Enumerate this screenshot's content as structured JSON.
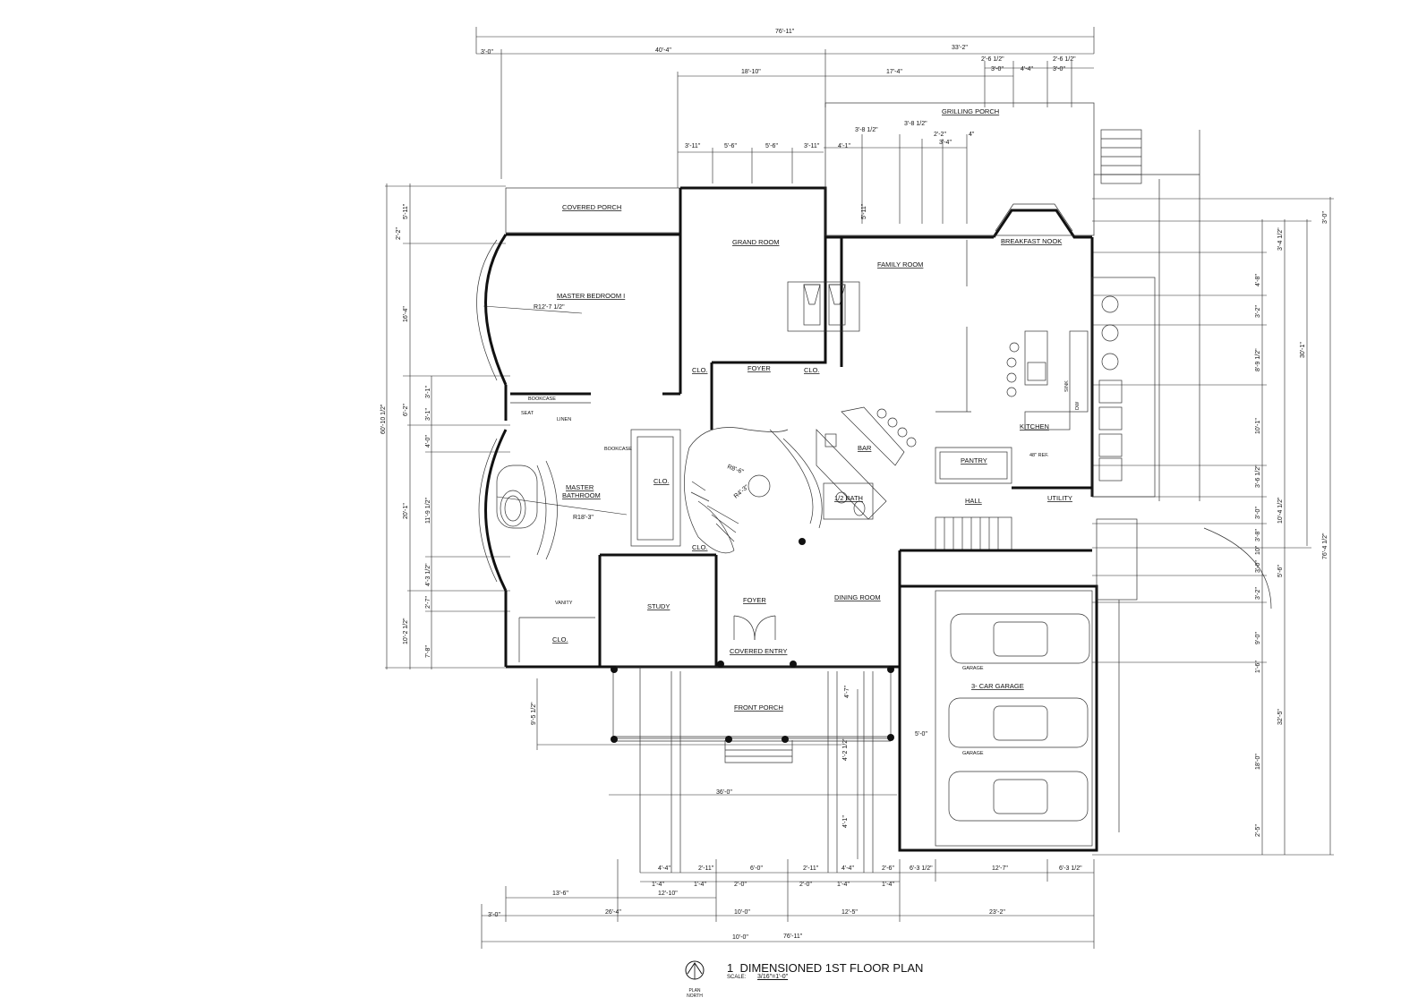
{
  "drawing": {
    "title": "DIMENSIONED 1ST FLOOR PLAN",
    "number": "1",
    "scale_label": "SCALE:",
    "scale_value": "3/16\"=1'-0\"",
    "north_label": "PLAN NORTH"
  },
  "rooms": {
    "covered_porch": "COVERED PORCH",
    "grand_room": "GRAND ROOM",
    "grilling_porch": "GRILLING PORCH",
    "family_room": "FAMILY ROOM",
    "breakfast_nook": "BREAKFAST NOOK",
    "master_bedroom": "MASTER BEDROOM I",
    "foyer_upper": "FOYER",
    "clo_1": "CLO.",
    "clo_2": "CLO.",
    "clo_3": "CLO.",
    "clo_4": "CLO.",
    "clo_5": "CLO.",
    "bookcase_1": "BOOKCASE",
    "bookcase_2": "BOOKCASE",
    "seat": "SEAT",
    "linen": "LINEN",
    "master_bath_1": "MASTER",
    "master_bath_2": "BATHROOM",
    "bar": "BAR",
    "half_bath": "1/2 BATH",
    "kitchen": "KITCHEN",
    "pantry": "PANTRY",
    "hall": "HALL",
    "utility": "UTILITY",
    "ref": "48\" REF.",
    "sink": "SINK",
    "dw": "DW",
    "study": "STUDY",
    "foyer_lower": "FOYER",
    "dining_room": "DINING ROOM",
    "covered_entry": "COVERED ENTRY",
    "front_porch": "FRONT PORCH",
    "vanity": "VANITY",
    "garage": "3- CAR GARAGE",
    "garage_car_label_1": "GARAGE",
    "garage_car_label_2": "GARAGE",
    "radius_bed": "R12'-7 1/2\"",
    "radius_bath": "R18'-3\"",
    "radius_stair_1": "R8'-6\"",
    "radius_stair_2": "R4'-3\""
  },
  "dims_top": {
    "overall": "76'-11\"",
    "left_3": "3'-0\"",
    "left_40": "40'-4\"",
    "right_33": "33'-2\"",
    "d_18_10": "18'-10\"",
    "d_17_4": "17'-4\"",
    "d_2_6a": "2'-6 1/2\"",
    "d_2_6b": "2'-6 1/2\"",
    "d_3_0a": "3'-0\"",
    "d_4_4": "4'-4\"",
    "d_3_0b": "3'-0\"",
    "d_3_11a": "3'-11\"",
    "d_5_6a": "5'-6\"",
    "d_5_6b": "5'-6\"",
    "d_3_11b": "3'-11\"",
    "d_4_1": "4'-1\"",
    "d_3_8a": "3'-8 1/2\"",
    "d_3_8b": "3'-8 1/2\"",
    "d_2_2": "2'-2\"",
    "d_3_4": "3'-4\"",
    "d_4in": "4\"",
    "d_5_11": "5'-11\""
  },
  "dims_left": {
    "overall": "60'-10 1/2\"",
    "d_2_2": "2'-2\"",
    "d_5_11": "5'-11\"",
    "d_16_4": "16'-4\"",
    "d_6_2": "6'-2\"",
    "d_3_1a": "3'-1\"",
    "d_3_1b": "3'-1\"",
    "d_4_0": "4'-0\"",
    "d_20_1": "20'-1\"",
    "d_11_9": "11'-9 1/2\"",
    "d_4_3": "4'-3 1/2\"",
    "d_2_7": "2'-7\"",
    "d_10_2": "10'-2 1/2\"",
    "d_7_8": "7'-8\"",
    "d_9_5": "9'-5 1/2\"",
    "d_4_2": "4'-2 1/2\"",
    "d_4_7": "4'-7\"",
    "d_4_1": "4'-1\""
  },
  "dims_right": {
    "overall": "76'-4 1/2\"",
    "d_30_1": "30'-1\"",
    "d_3_0": "3'-0\"",
    "d_3_4": "3'-4 1/2\"",
    "d_4_8": "4'-8\"",
    "d_3_2a": "3'-2\"",
    "d_8_9": "8'-9 1/2\"",
    "d_10_1": "10'-1\"",
    "d_3_6": "3'-6 1/2\"",
    "d_10_4": "10'-4 1/2\"",
    "d_3_0b": "3'-0\"",
    "d_3_8": "3'-8\"",
    "d_10in": "10\"",
    "d_5_6": "5'-6\"",
    "d_3_0c": "3'-0\"",
    "d_3_2b": "3'-2\"",
    "d_32_5": "32'-5\"",
    "d_9_0": "9'-0\"",
    "d_1_6": "1'-6\"",
    "d_18_0": "18'-0\"",
    "d_2_5": "2'-5\"",
    "d_5_0": "5'-0\""
  },
  "dims_bottom": {
    "d_36": "36'-0\"",
    "d_4_4a": "4'-4\"",
    "d_2_11a": "2'-11\"",
    "d_6_0": "6'-0\"",
    "d_2_11b": "2'-11\"",
    "d_4_4b": "4'-4\"",
    "d_2_6": "2'-6\"",
    "d_6_3a": "6'-3 1/2\"",
    "d_12_7": "12'-7\"",
    "d_6_3b": "6'-3 1/2\"",
    "d_1_4a": "1'-4\"",
    "d_1_4b": "1'-4\"",
    "d_2_0a": "2'-0\"",
    "d_2_0b": "2'-0\"",
    "d_1_4c": "1'-4\"",
    "d_1_4d": "1'-4\"",
    "d_13_6": "13'-6\"",
    "d_12_10": "12'-10\"",
    "d_3_0": "3'-0\"",
    "d_26_4": "26'-4\"",
    "d_10_0a": "10'-0\"",
    "d_10_0b": "10'-0\"",
    "d_12_5": "12'-5\"",
    "d_23_2": "23'-2\"",
    "overall": "76'-11\""
  }
}
